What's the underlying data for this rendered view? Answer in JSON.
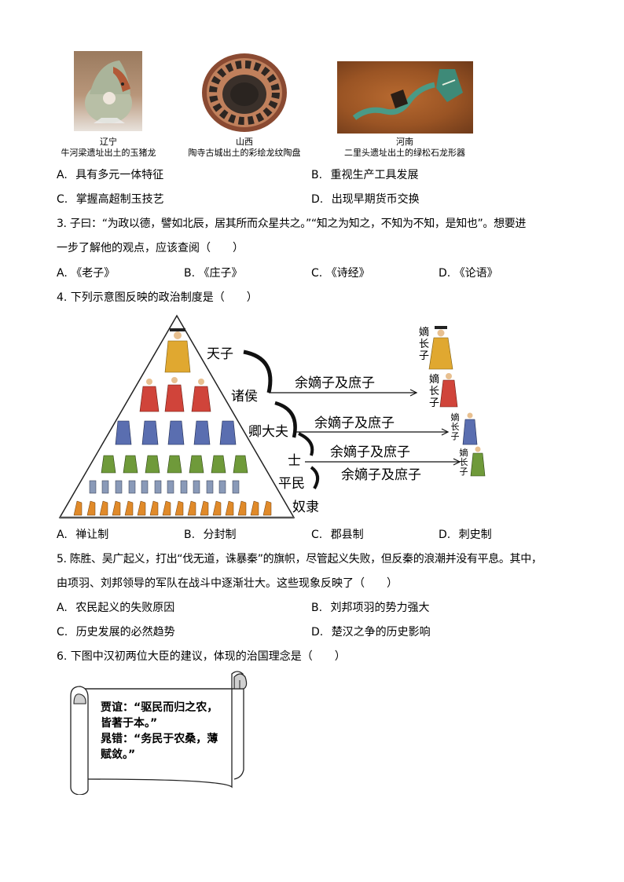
{
  "artifacts": [
    {
      "region": "辽宁",
      "caption": "牛河梁遗址出土的玉猪龙",
      "image": "jade-pig-dragon"
    },
    {
      "region": "山西",
      "caption": "陶寺古城出土的彩绘龙纹陶盘",
      "image": "painted-dragon-pottery-plate"
    },
    {
      "region": "河南",
      "caption": "二里头遗址出土的绿松石龙形器",
      "image": "turquoise-dragon-artifact"
    }
  ],
  "q2": {
    "options": [
      {
        "letter": "A.",
        "text": "具有多元一体特征"
      },
      {
        "letter": "B.",
        "text": "重视生产工具发展"
      },
      {
        "letter": "C.",
        "text": "掌握高超制玉技艺"
      },
      {
        "letter": "D.",
        "text": "出现早期货币交换"
      }
    ]
  },
  "q3": {
    "line1": "3. 子曰：“为政以德，譬如北辰，居其所而众星共之。”“知之为知之，不知为不知，是知也”。想要进",
    "line2": "一步了解他的观点，应该查阅（　　）",
    "options": [
      {
        "letter": "A.",
        "text": "《老子》"
      },
      {
        "letter": "B.",
        "text": "《庄子》"
      },
      {
        "letter": "C.",
        "text": "《诗经》"
      },
      {
        "letter": "D.",
        "text": "《论语》"
      }
    ]
  },
  "q4": {
    "stem": "4. 下列示意图反映的政治制度是（　　）",
    "diagram": {
      "ranks": [
        "天子",
        "诸侯",
        "卿大夫",
        "士",
        "平民",
        "奴隶"
      ],
      "arrow_label": "余嫡子及庶子",
      "heir_label": "嫡长子",
      "colors": {
        "emperor": "#e0a830",
        "lords": "#d0443a",
        "ministers": "#5a6eb0",
        "scholars": "#6f9a3a",
        "commoners": "#8a9ab8",
        "slaves": "#e08a2a"
      }
    },
    "options": [
      {
        "letter": "A.",
        "text": "禅让制"
      },
      {
        "letter": "B.",
        "text": "分封制"
      },
      {
        "letter": "C.",
        "text": "郡县制"
      },
      {
        "letter": "D.",
        "text": "刺史制"
      }
    ]
  },
  "q5": {
    "line1": "5. 陈胜、吴广起义，打出“伐无道，诛暴秦”的旗帜，尽管起义失败，但反秦的浪潮并没有平息。其中，",
    "line2": "由项羽、刘邦领导的军队在战斗中逐渐壮大。这些现象反映了（　　）",
    "options": [
      {
        "letter": "A.",
        "text": "农民起义的失败原因"
      },
      {
        "letter": "B.",
        "text": "刘邦项羽的势力强大"
      },
      {
        "letter": "C.",
        "text": "历史发展的必然趋势"
      },
      {
        "letter": "D.",
        "text": "楚汉之争的历史影响"
      }
    ]
  },
  "q6": {
    "stem": "6. 下图中汉初两位大臣的建议，体现的治国理念是（　　）",
    "scroll": {
      "lines": [
        "贾谊：“驱民而归之农，",
        "皆著于本。”",
        "晁错：“务民于农桑，薄",
        "赋敛。”"
      ]
    }
  }
}
